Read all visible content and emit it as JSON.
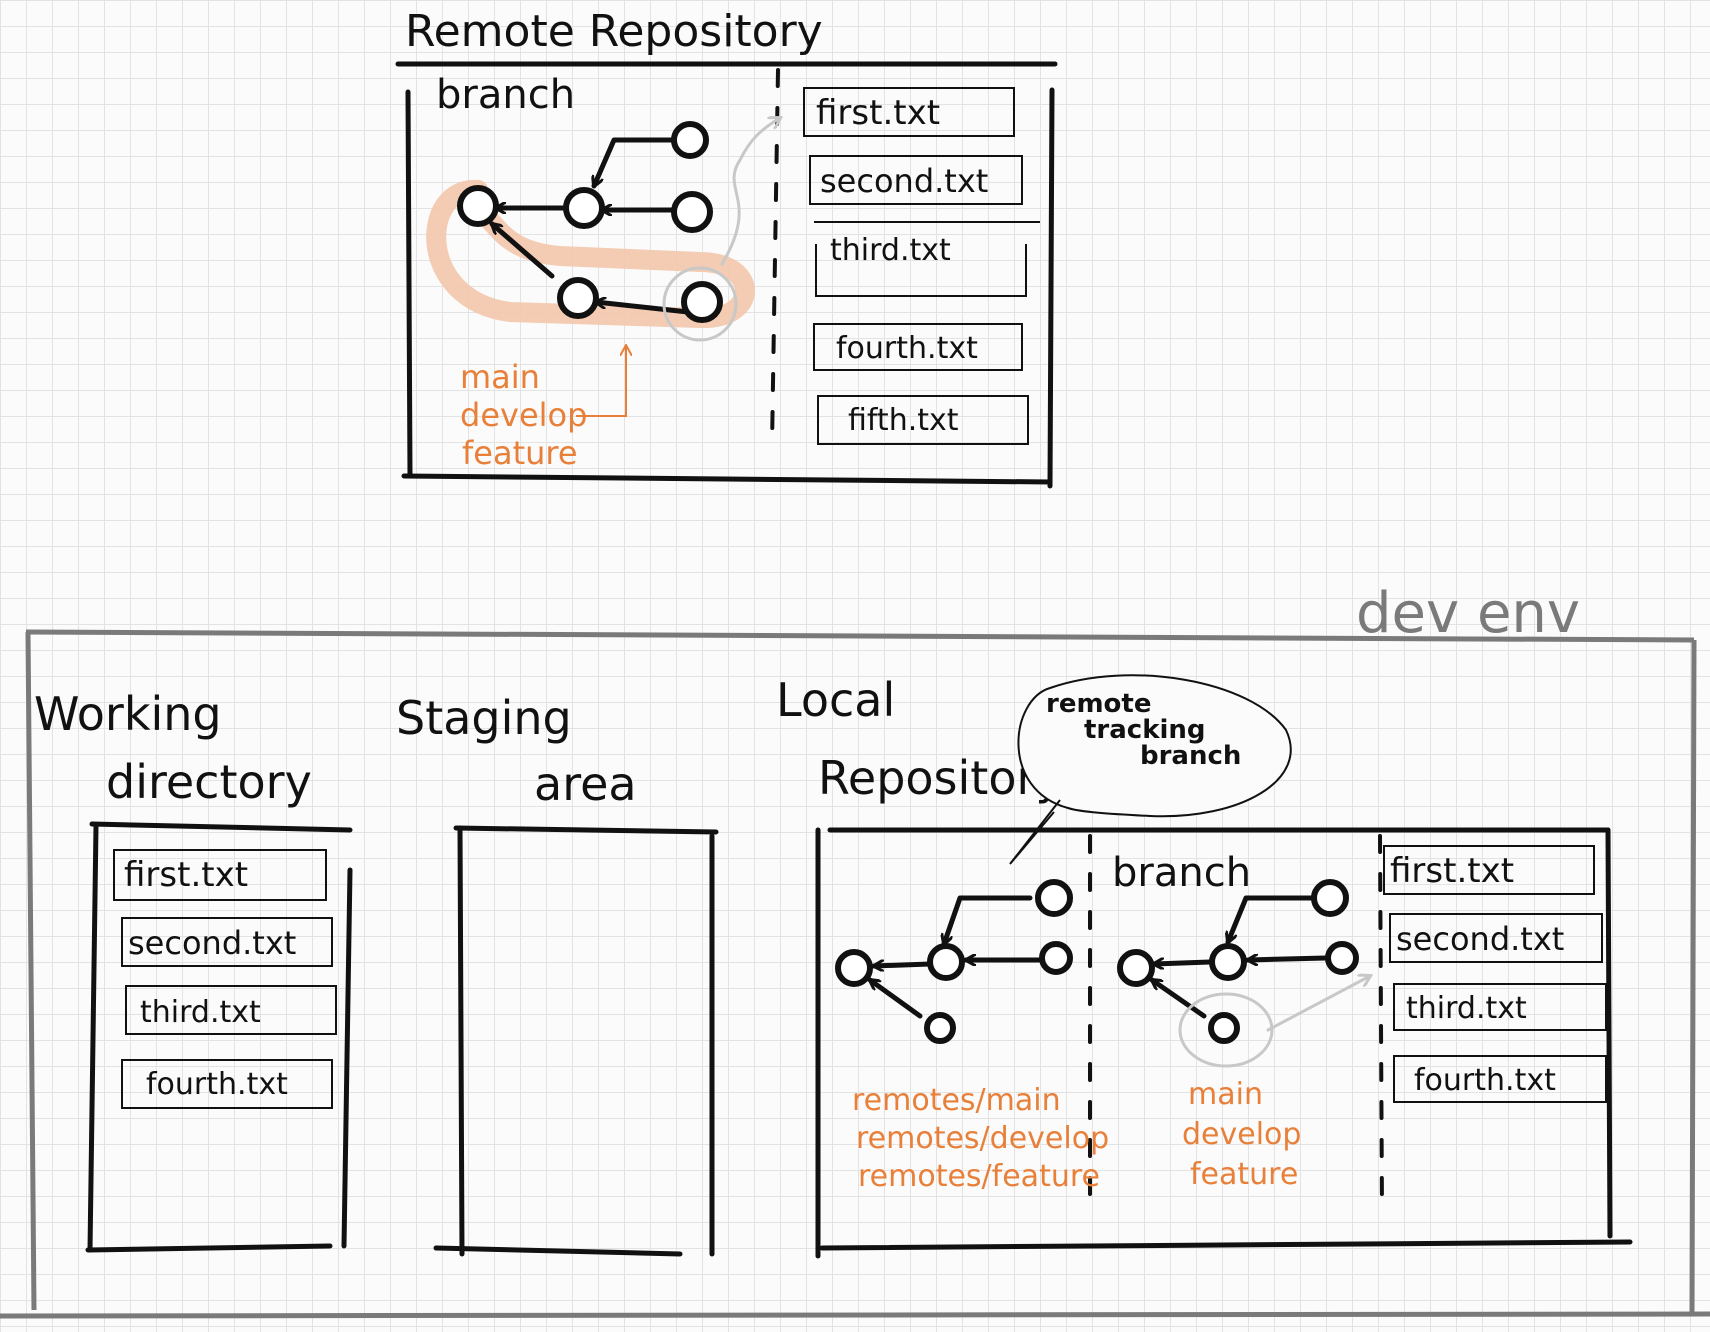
{
  "remote": {
    "title": "Remote Repository",
    "branch_label": "branch",
    "files": [
      "first.txt",
      "second.txt",
      "third.txt",
      "fourth.txt",
      "fifth.txt"
    ],
    "branch_names": [
      "main",
      "develop",
      "feature"
    ],
    "highlight_color": "#f2c7ab"
  },
  "dev_env": {
    "label": "dev env",
    "frame_color": "#7a7a7a"
  },
  "working_directory": {
    "title_line1": "Working",
    "title_line2": "directory",
    "files": [
      "first.txt",
      "second.txt",
      "third.txt",
      "fourth.txt"
    ]
  },
  "staging_area": {
    "title_line1": "Staging",
    "title_line2": "area"
  },
  "local_repository": {
    "title_line1": "Local",
    "title_line2": "Repository",
    "callout_line1": "remote",
    "callout_line2": "tracking",
    "callout_line3": "branch",
    "branch_label": "branch",
    "remote_branch_names": [
      "remotes/main",
      "remotes/develop",
      "remotes/feature"
    ],
    "local_branch_names": [
      "main",
      "develop",
      "feature"
    ],
    "files": [
      "first.txt",
      "second.txt",
      "third.txt",
      "fourth.txt"
    ]
  },
  "colors": {
    "ink": "#111111",
    "branch_names": "#e8803a",
    "grey_sketch": "#c8c8c8"
  }
}
